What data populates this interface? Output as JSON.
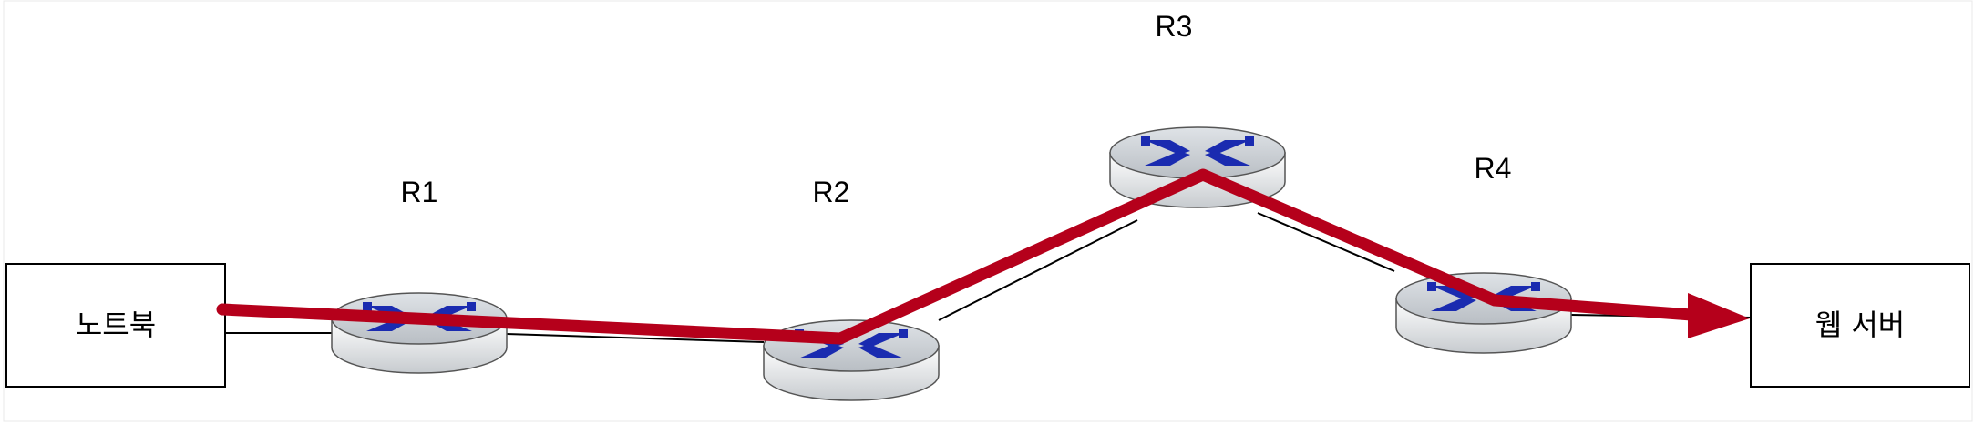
{
  "nodes": {
    "laptop": {
      "label": "노트북"
    },
    "web_server": {
      "label": "웹 서버"
    },
    "routers": [
      {
        "label": "R1"
      },
      {
        "label": "R2"
      },
      {
        "label": "R3"
      },
      {
        "label": "R4"
      }
    ]
  },
  "colors": {
    "path": "#b5001b",
    "router_top": "#c9ced3",
    "router_side": "#e6e8ea",
    "router_arrows": "#1a2bb0",
    "link": "#000000",
    "box_border": "#000000"
  },
  "icons": {
    "router": "router-icon"
  }
}
